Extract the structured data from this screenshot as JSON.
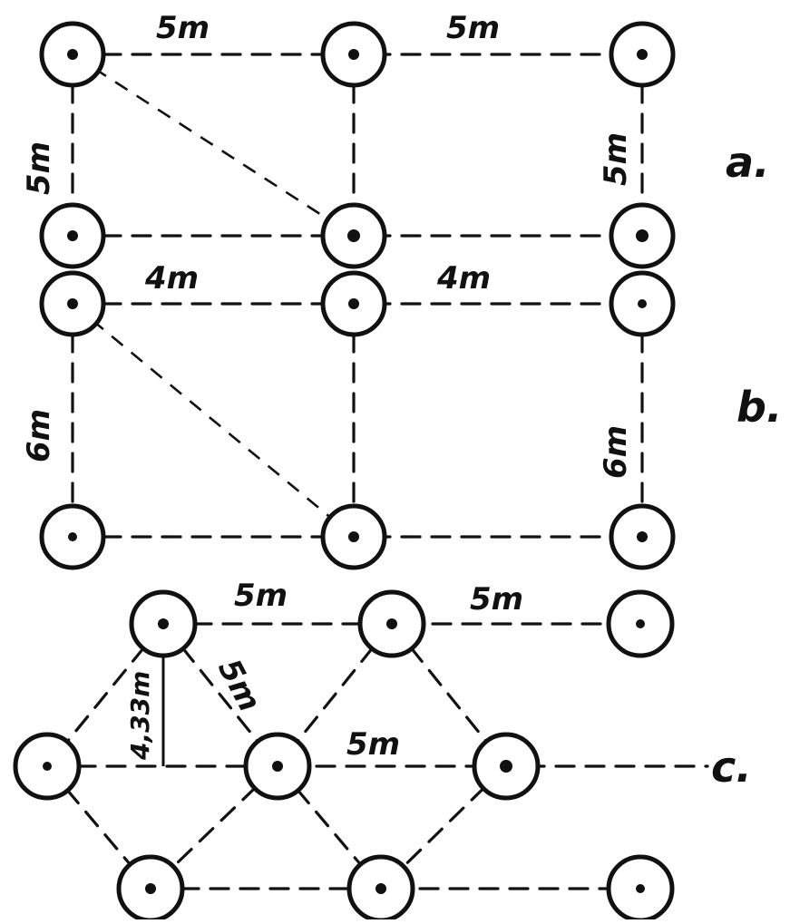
{
  "figure": {
    "panel_a": {
      "label": "a.",
      "spacing_horizontal_left": "5m",
      "spacing_horizontal_right": "5m",
      "spacing_vertical_left": "5m",
      "spacing_vertical_right": "5m"
    },
    "panel_b": {
      "label": "b.",
      "spacing_horizontal_left": "4m",
      "spacing_horizontal_right": "4m",
      "spacing_vertical_left": "6m",
      "spacing_vertical_right": "6m"
    },
    "panel_c": {
      "label": "c.",
      "spacing_top_left": "5m",
      "spacing_top_right": "5m",
      "spacing_middle": "5m",
      "spacing_diagonal": "5m",
      "row_height": "4,33m"
    }
  }
}
